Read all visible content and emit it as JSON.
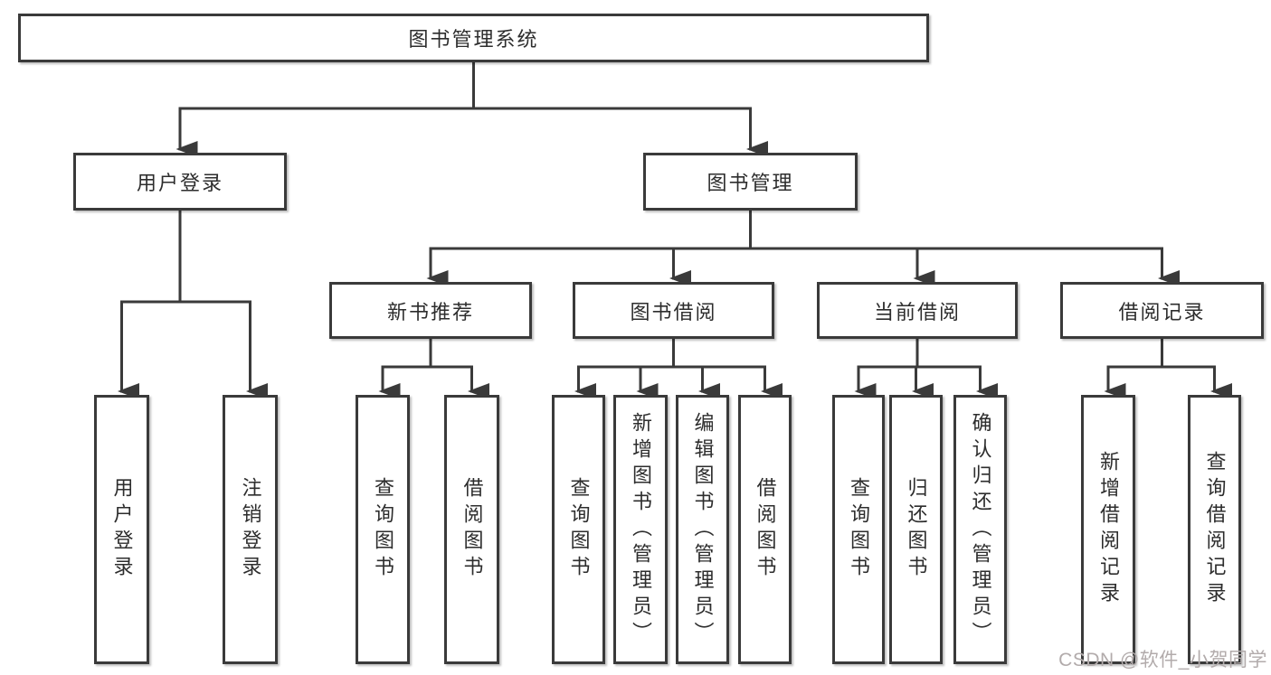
{
  "style": {
    "background": "#ffffff",
    "line_color": "#3a3a3a",
    "box_border_color": "#3a3a3a",
    "text_color": "#2d2d2d",
    "watermark_color": "#b2abab"
  },
  "tree": {
    "root": "图书管理系统",
    "user_login": {
      "label": "用户登录",
      "children": [
        "用户登录",
        "注销登录"
      ]
    },
    "book_management": {
      "label": "图书管理",
      "sections": [
        {
          "label": "新书推荐",
          "children": [
            "查询图书",
            "借阅图书"
          ]
        },
        {
          "label": "图书借阅",
          "children": [
            "查询图书",
            "新增图书（管理员）",
            "编辑图书（管理员）",
            "借阅图书"
          ]
        },
        {
          "label": "当前借阅",
          "children": [
            "查询图书",
            "归还图书",
            "确认归还（管理员）"
          ]
        },
        {
          "label": "借阅记录",
          "children": [
            "新增借阅记录",
            "查询借阅记录"
          ]
        }
      ]
    }
  },
  "watermark": {
    "text": "CSDN @软件_小贺同学"
  }
}
